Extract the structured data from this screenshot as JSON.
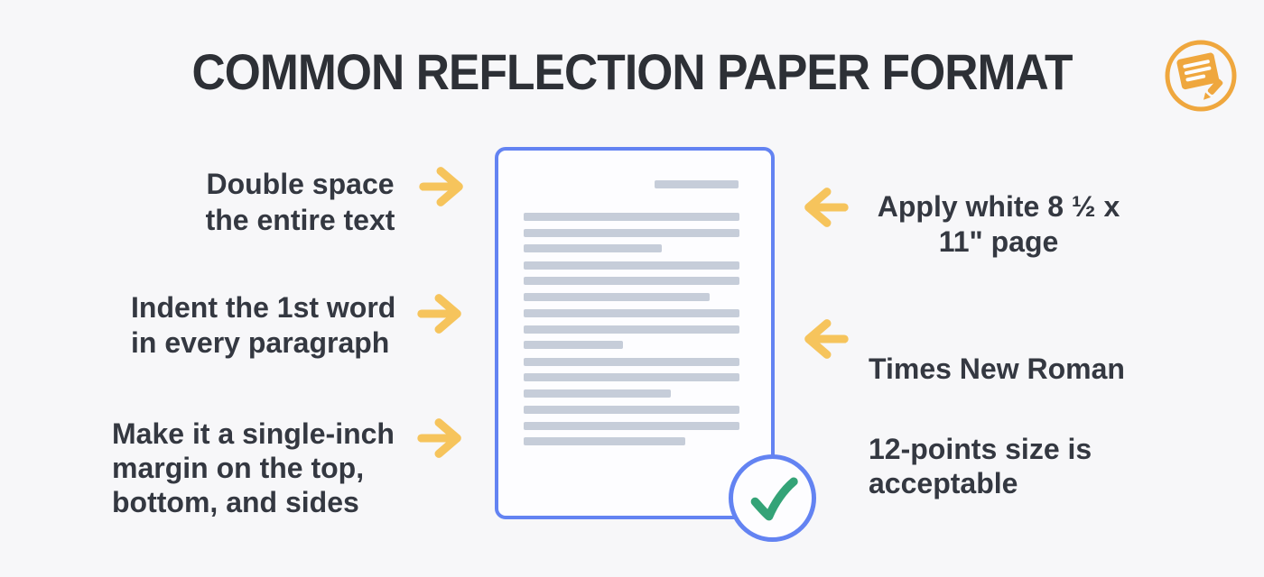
{
  "title": "COMMON REFLECTION PAPER FORMAT",
  "header_icon": "note-and-pencil-icon",
  "colors": {
    "background": "#f7f7f9",
    "title_text": "#2d3036",
    "label_text": "#343841",
    "arrow_yellow": "#f6c45c",
    "icon_orange": "#efa73e",
    "doc_border_blue": "#6383f2",
    "doc_line_gray": "#c6cdd9",
    "doc_fill": "#fdfdff",
    "check_green": "#34a377"
  },
  "annotations": {
    "left": [
      {
        "text": "Double space\nthe entire text",
        "arrow": "right"
      },
      {
        "text": "Indent the 1st word\nin every paragraph",
        "arrow": "right"
      },
      {
        "text": "Make it a single-inch\nmargin on the top,\nbottom, and sides",
        "arrow": "right"
      }
    ],
    "right": [
      {
        "text": "Apply white 8 ½ x\n11\" page",
        "arrow": "left"
      },
      {
        "lines": [
          "Times New Roman",
          "12-points size is\nacceptable"
        ],
        "arrow": "left"
      }
    ]
  },
  "document": {
    "header_line": {
      "width": 93,
      "align": "right"
    },
    "paragraph_line_width_percents": [
      [
        100,
        100,
        64
      ],
      [
        100,
        100,
        86
      ],
      [
        100,
        100,
        46
      ],
      [
        100,
        100,
        68
      ],
      [
        100,
        100,
        75
      ]
    ],
    "status_icon": "green-checkmark"
  }
}
